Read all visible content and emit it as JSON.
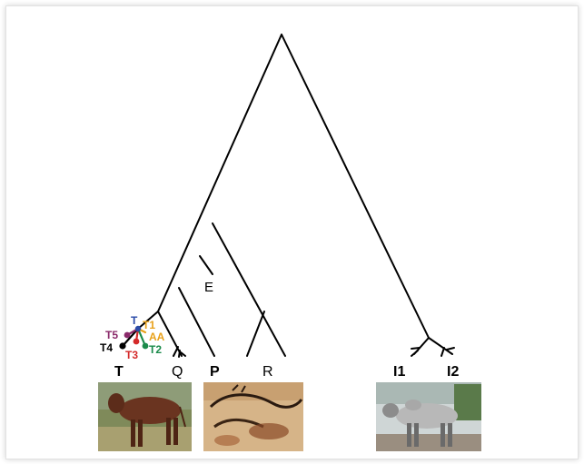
{
  "tree": {
    "clade_labels": {
      "E": "E",
      "T": "T",
      "T1": "T1",
      "AA": "AA",
      "T2": "T2",
      "T3": "T3",
      "T4": "T4",
      "T5": "T5"
    },
    "tip_labels": {
      "T": "T",
      "Q": "Q",
      "P": "P",
      "R": "R",
      "I1": "I1",
      "I2": "I2"
    },
    "photos": {
      "taurine_cow": "taurine cattle photo",
      "cave_painting": "cave painting photo",
      "zebu": "zebu cattle photo"
    },
    "colors": {
      "line": "#000000",
      "T": "#2a4aa8",
      "T1": "#e8a11a",
      "AA": "#e8a11a",
      "T2": "#1a8a4a",
      "T3": "#d42a2a",
      "T4": "#000000",
      "T5": "#8a2a6a"
    }
  }
}
